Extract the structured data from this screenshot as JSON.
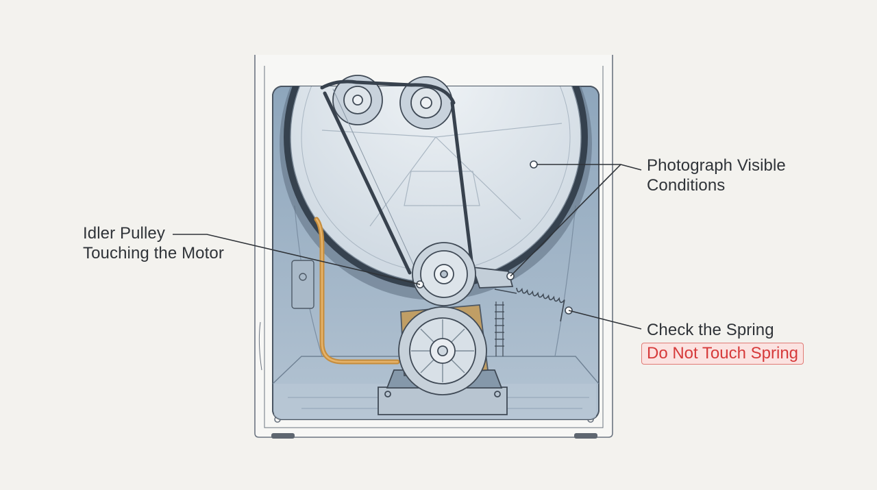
{
  "labels": {
    "photograph_line1": "Photograph Visible",
    "photograph_line2": "Conditions",
    "idler_line1": "Idler Pulley",
    "idler_line2": "Touching the Motor",
    "spring": "Check the Spring",
    "warning": "Do Not Touch Spring"
  },
  "colors": {
    "background": "#f3f2ee",
    "cabinet": "#f7f7f5",
    "interior": "#9fb4c7",
    "drum": "#dfe6ec",
    "belt": "#3a4450",
    "wire": "#d49a4a",
    "warning_text": "#d63a3a",
    "warning_fill": "#fbe3e1"
  }
}
